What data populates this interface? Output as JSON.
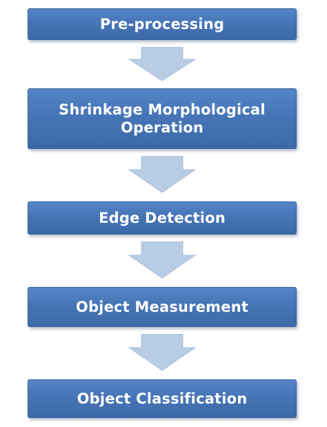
{
  "diagram": {
    "steps": [
      {
        "label": "Pre-processing"
      },
      {
        "label": "Shrinkage Morphological\nOperation"
      },
      {
        "label": "Edge Detection"
      },
      {
        "label": "Object Measurement"
      },
      {
        "label": "Object Classification"
      }
    ],
    "colors": {
      "box_fill": "#4675b7",
      "box_text": "#ffffff",
      "arrow_fill": "#b8cce4"
    }
  }
}
